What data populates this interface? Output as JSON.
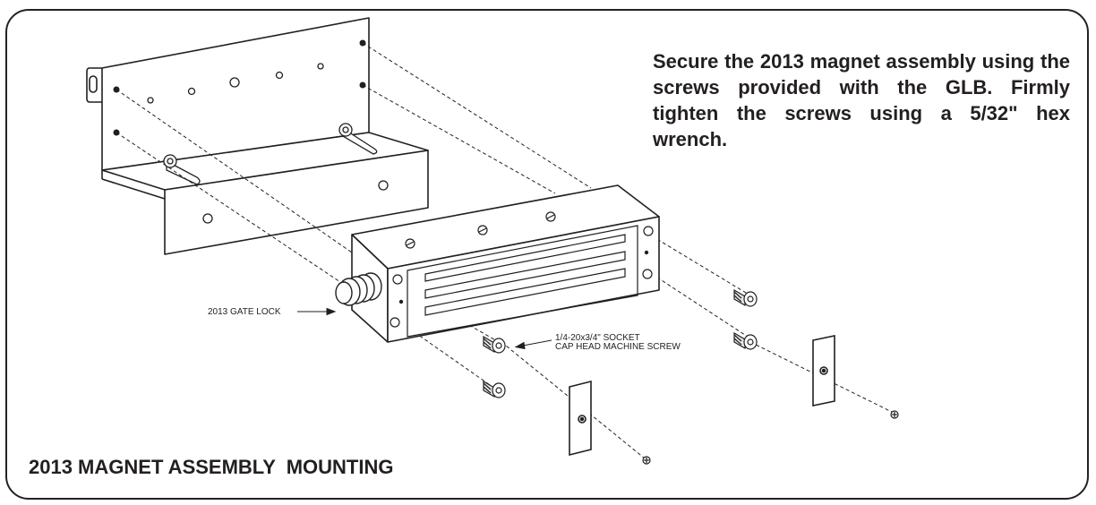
{
  "instructions": "Secure the 2013 magnet assembly using the screws provided with the GLB. Firmly tighten the screws using a 5/32\" hex wrench.",
  "title": "2013 MAGNET ASSEMBLY  MOUNTING",
  "callouts": {
    "gate_lock": "2013 GATE LOCK",
    "screw_line1": "1/4-20x3/4\" SOCKET",
    "screw_line2": "CAP HEAD MACHINE SCREW"
  },
  "colors": {
    "line": "#231f20",
    "fill": "#ffffff",
    "screw_fill": "#e6e6e6"
  }
}
